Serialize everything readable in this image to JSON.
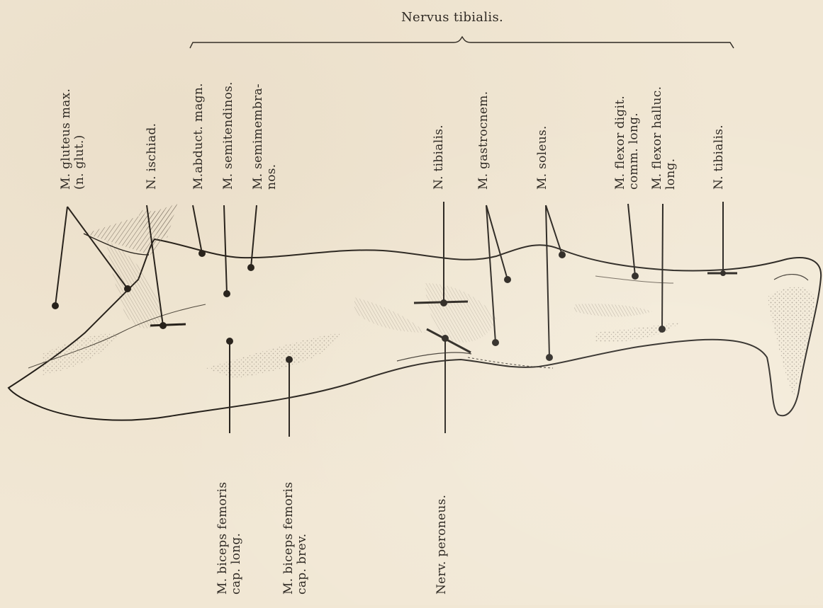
{
  "figure": {
    "title": "Nervus tibialis.",
    "labels": {
      "gluteus_max": "M. gluteus max.\n(n. glut.)",
      "n_ischiad": "N. ischiad.",
      "abduct_magn": "M.abduct. magn.",
      "semitendinos": "M. semitendinos.",
      "semimembranos": "M. semimembra-\nnos.",
      "n_tibialis_mid": "N. tibialis.",
      "gastrocnem": "M. gastrocnem.",
      "soleus": "M. soleus.",
      "flexor_digit": "M. flexor digit.\ncomm. long.",
      "flexor_halluc": "M. flexor halluc.\nlong.",
      "n_tibialis_distal": "N. tibialis.",
      "biceps_long": "M. biceps femoris\ncap. long.",
      "biceps_brev": "M. biceps femoris\ncap. brev.",
      "peroneus": "Nerv. peroneus."
    }
  }
}
